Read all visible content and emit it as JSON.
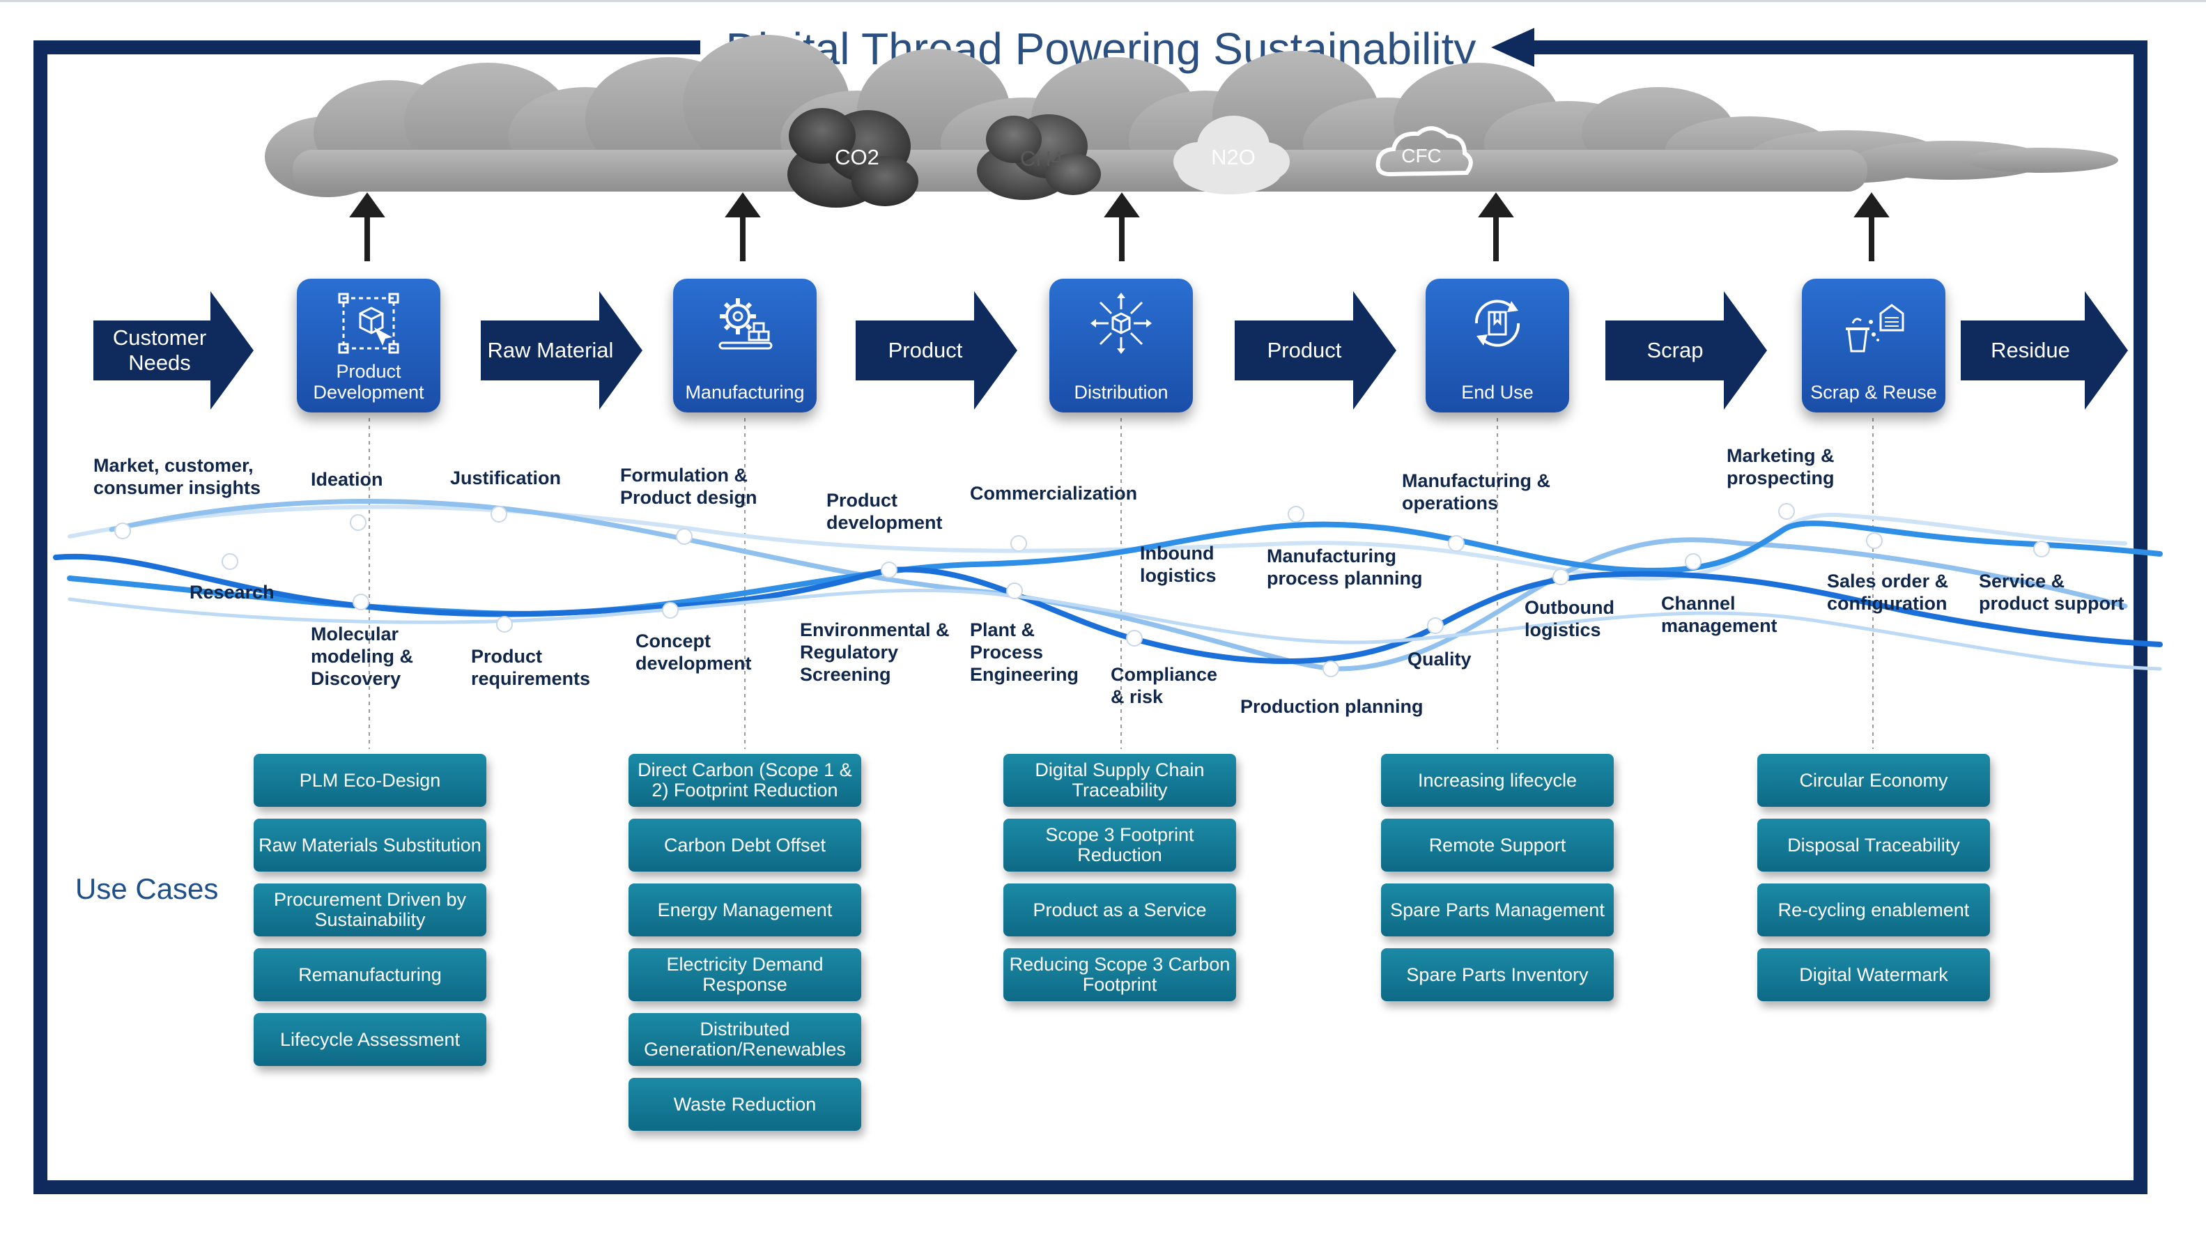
{
  "title": "Digital Thread Powering Sustainability",
  "colors": {
    "frame": "#0f2a5c",
    "stage": "#1f5fbf",
    "arrow": "#0f2a5c",
    "use_case": "#147a96",
    "wave": "#2f8fe6",
    "cloud": "#9d9d9d"
  },
  "emissions": [
    {
      "label": "CO2",
      "icon": "dark-cloud-icon"
    },
    {
      "label": "CH4",
      "icon": "dark-cloud-icon"
    },
    {
      "label": "N2O",
      "icon": "light-cloud-icon"
    },
    {
      "label": "CFC",
      "icon": "cloud-outline-icon"
    }
  ],
  "flow": {
    "arrows": [
      "Customer Needs",
      "Raw Material",
      "Product",
      "Product",
      "Scrap",
      "Residue"
    ],
    "stages": [
      {
        "label": "Product Development",
        "icon": "product-development-icon"
      },
      {
        "label": "Manufacturing",
        "icon": "manufacturing-icon"
      },
      {
        "label": "Distribution",
        "icon": "distribution-icon"
      },
      {
        "label": "End Use",
        "icon": "end-use-icon"
      },
      {
        "label": "Scrap & Reuse",
        "icon": "scrap-reuse-icon"
      }
    ]
  },
  "steps": [
    "Market, customer, consumer insights",
    "Research",
    "Ideation",
    "Molecular modeling & Discovery",
    "Justification",
    "Product requirements",
    "Formulation & Product design",
    "Concept development",
    "Product development",
    "Environmental & Regulatory Screening",
    "Commercialization",
    "Plant & Process Engineering",
    "Inbound logistics",
    "Compliance & risk",
    "Manufacturing process planning",
    "Production planning",
    "Manufacturing & operations",
    "Quality",
    "Outbound logistics",
    "Channel management",
    "Marketing & prospecting",
    "Sales order & configuration",
    "Service & product support"
  ],
  "use_cases_label": "Use Cases",
  "use_cases": [
    [
      "PLM Eco-Design",
      "Raw Materials Substitution",
      "Procurement Driven by Sustainability",
      "Remanufacturing",
      "Lifecycle Assessment"
    ],
    [
      "Direct Carbon (Scope 1 & 2) Footprint Reduction",
      "Carbon Debt Offset",
      "Energy Management",
      "Electricity Demand Response",
      "Distributed Generation/Renewables",
      "Waste Reduction"
    ],
    [
      "Digital Supply Chain Traceability",
      "Scope 3 Footprint Reduction",
      "Product as a Service",
      "Reducing Scope 3 Carbon Footprint"
    ],
    [
      "Increasing lifecycle",
      "Remote Support",
      "Spare Parts Management",
      "Spare Parts Inventory"
    ],
    [
      "Circular Economy",
      "Disposal Traceability",
      "Re-cycling enablement",
      "Digital Watermark"
    ]
  ]
}
